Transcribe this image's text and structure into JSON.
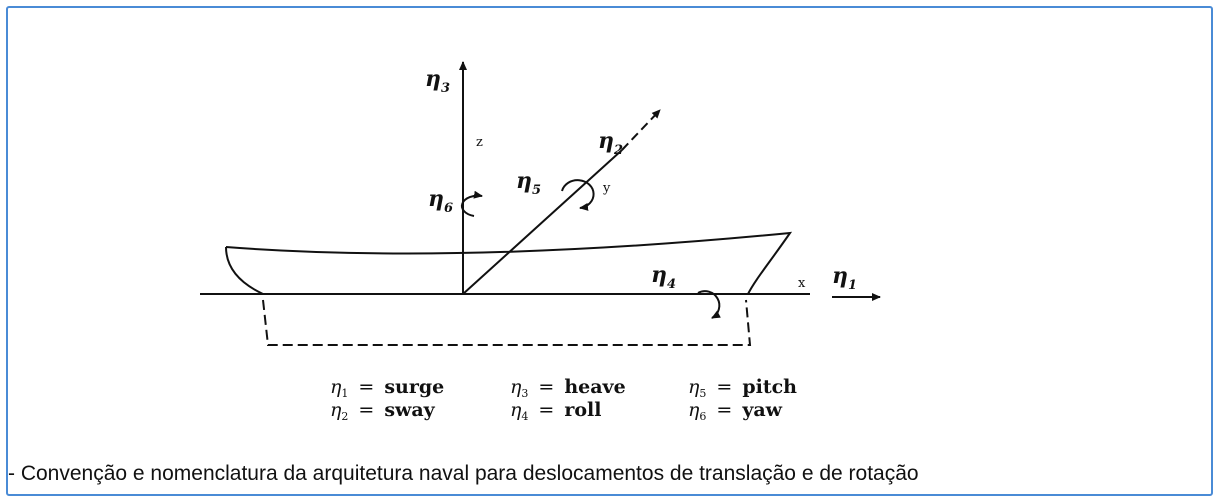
{
  "figure": {
    "axes": {
      "x_label": "x",
      "y_label": "y",
      "z_label": "z"
    },
    "motions": [
      {
        "symbol": "η",
        "index": "1",
        "name": "surge"
      },
      {
        "symbol": "η",
        "index": "2",
        "name": "sway"
      },
      {
        "symbol": "η",
        "index": "3",
        "name": "heave"
      },
      {
        "symbol": "η",
        "index": "4",
        "name": "roll"
      },
      {
        "symbol": "η",
        "index": "5",
        "name": "pitch"
      },
      {
        "symbol": "η",
        "index": "6",
        "name": "yaw"
      }
    ],
    "equals_sign": "="
  },
  "caption": "- Convenção e nomenclatura da arquitetura naval para deslocamentos de translação e de rotação"
}
